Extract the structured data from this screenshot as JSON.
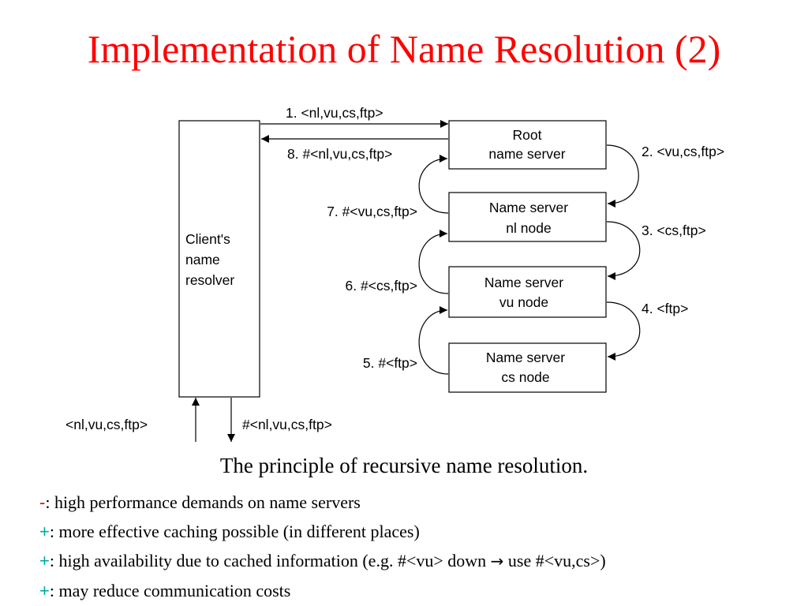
{
  "title": "Implementation of Name Resolution (2)",
  "diagram": {
    "client": [
      "Client's",
      "name",
      "resolver"
    ],
    "servers": [
      [
        "Root",
        "name server"
      ],
      [
        "Name server",
        "nl node"
      ],
      [
        "Name server",
        "vu node"
      ],
      [
        "Name server",
        "cs node"
      ]
    ],
    "requests": [
      "1. <nl,vu,cs,ftp>",
      "2. <vu,cs,ftp>",
      "3. <cs,ftp>",
      "4. <ftp>"
    ],
    "replies": [
      "5. #<ftp>",
      "6. #<cs,ftp>",
      "7. #<vu,cs,ftp>",
      "8. #<nl,vu,cs,ftp>"
    ],
    "client_input": "<nl,vu,cs,ftp>",
    "client_output": "#<nl,vu,cs,ftp>"
  },
  "caption": "The principle of recursive name resolution.",
  "points": [
    {
      "sign": "-",
      "text": ": high performance demands on name servers"
    },
    {
      "sign": "+",
      "text": ": more effective caching possible (in different places)"
    },
    {
      "sign": "+",
      "text_a": ": high availability due to cached information (e.g. #<vu> down ",
      "arrow": "→",
      "text_b": " use #<vu,cs>)"
    },
    {
      "sign": "+",
      "text": ": may reduce communication costs"
    }
  ],
  "colors": {
    "title": "#ff0000",
    "minus": "#ff0000",
    "plus": "#00aaaa"
  }
}
